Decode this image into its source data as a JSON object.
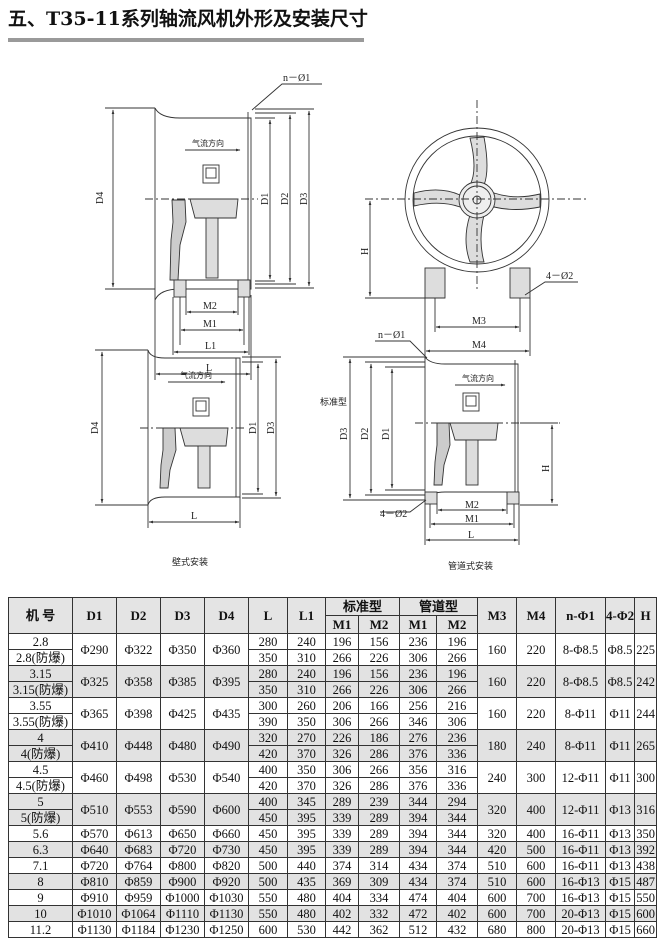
{
  "title": "五、T35-11系列轴流风机外形及安装尺寸",
  "drawings": {
    "standard": {
      "caption": "标准型",
      "airflow": "气流方向",
      "labels": {
        "n_phi1": "n－Ø1",
        "D4": "D4",
        "D1": "D1",
        "D2": "D2",
        "D3": "D3",
        "M2": "M2",
        "M1": "M1",
        "L1": "L1",
        "L": "L",
        "H": "H",
        "four_phi2": "4－Ø2",
        "M3": "M3",
        "M4": "M4"
      }
    },
    "wall": {
      "caption": "壁式安装",
      "airflow": "气流方向",
      "labels": {
        "D4": "D4",
        "D1": "D1",
        "D3": "D3",
        "L": "L"
      }
    },
    "duct": {
      "caption": "管道式安装",
      "airflow": "气流方向",
      "labels": {
        "n_phi1": "n－Ø1",
        "D3": "D3",
        "D2": "D2",
        "D1": "D1",
        "H": "H",
        "four_phi2": "4－Ø2",
        "M2": "M2",
        "M1": "M1",
        "L": "L"
      }
    }
  },
  "table": {
    "headers": {
      "model": "机 号",
      "D1": "D1",
      "D2": "D2",
      "D3": "D3",
      "D4": "D4",
      "L": "L",
      "L1": "L1",
      "standard": "标准型",
      "duct": "管道型",
      "M1": "M1",
      "M2": "M2",
      "M3": "M3",
      "M4": "M4",
      "n_phi1": "n-Φ1",
      "phi2": "4-Φ2",
      "H": "H"
    },
    "groups": [
      {
        "D1": "Φ290",
        "D2": "Φ322",
        "D3": "Φ350",
        "D4": "Φ360",
        "M3": "160",
        "M4": "220",
        "n_phi1": "8-Φ8.5",
        "phi2": "Φ8.5",
        "H": "225",
        "rows": [
          {
            "model": "2.8",
            "L": "280",
            "L1": "240",
            "sM1": "196",
            "sM2": "156",
            "dM1": "236",
            "dM2": "196"
          },
          {
            "model": "2.8(防爆)",
            "L": "350",
            "L1": "310",
            "sM1": "266",
            "sM2": "226",
            "dM1": "306",
            "dM2": "266"
          }
        ]
      },
      {
        "D1": "Φ325",
        "D2": "Φ358",
        "D3": "Φ385",
        "D4": "Φ395",
        "M3": "160",
        "M4": "220",
        "n_phi1": "8-Φ8.5",
        "phi2": "Φ8.5",
        "H": "242",
        "rows": [
          {
            "model": "3.15",
            "L": "280",
            "L1": "240",
            "sM1": "196",
            "sM2": "156",
            "dM1": "236",
            "dM2": "196"
          },
          {
            "model": "3.15(防爆)",
            "L": "350",
            "L1": "310",
            "sM1": "266",
            "sM2": "226",
            "dM1": "306",
            "dM2": "266"
          }
        ]
      },
      {
        "D1": "Φ365",
        "D2": "Φ398",
        "D3": "Φ425",
        "D4": "Φ435",
        "M3": "160",
        "M4": "220",
        "n_phi1": "8-Φ11",
        "phi2": "Φ11",
        "H": "244",
        "rows": [
          {
            "model": "3.55",
            "L": "300",
            "L1": "260",
            "sM1": "206",
            "sM2": "166",
            "dM1": "256",
            "dM2": "216"
          },
          {
            "model": "3.55(防爆)",
            "L": "390",
            "L1": "350",
            "sM1": "306",
            "sM2": "266",
            "dM1": "346",
            "dM2": "306"
          }
        ]
      },
      {
        "D1": "Φ410",
        "D2": "Φ448",
        "D3": "Φ480",
        "D4": "Φ490",
        "M3": "180",
        "M4": "240",
        "n_phi1": "8-Φ11",
        "phi2": "Φ11",
        "H": "265",
        "rows": [
          {
            "model": "4",
            "L": "320",
            "L1": "270",
            "sM1": "226",
            "sM2": "186",
            "dM1": "276",
            "dM2": "236"
          },
          {
            "model": "4(防爆)",
            "L": "420",
            "L1": "370",
            "sM1": "326",
            "sM2": "286",
            "dM1": "376",
            "dM2": "336"
          }
        ]
      },
      {
        "D1": "Φ460",
        "D2": "Φ498",
        "D3": "Φ530",
        "D4": "Φ540",
        "M3": "240",
        "M4": "300",
        "n_phi1": "12-Φ11",
        "phi2": "Φ11",
        "H": "300",
        "rows": [
          {
            "model": "4.5",
            "L": "400",
            "L1": "350",
            "sM1": "306",
            "sM2": "266",
            "dM1": "356",
            "dM2": "316"
          },
          {
            "model": "4.5(防爆)",
            "L": "420",
            "L1": "370",
            "sM1": "326",
            "sM2": "286",
            "dM1": "376",
            "dM2": "336"
          }
        ]
      },
      {
        "D1": "Φ510",
        "D2": "Φ553",
        "D3": "Φ590",
        "D4": "Φ600",
        "M3": "320",
        "M4": "400",
        "n_phi1": "12-Φ11",
        "phi2": "Φ13",
        "H": "316",
        "rows": [
          {
            "model": "5",
            "L": "400",
            "L1": "345",
            "sM1": "289",
            "sM2": "239",
            "dM1": "344",
            "dM2": "294"
          },
          {
            "model": "5(防爆)",
            "L": "450",
            "L1": "395",
            "sM1": "339",
            "sM2": "289",
            "dM1": "394",
            "dM2": "344"
          }
        ]
      },
      {
        "D1": "Φ570",
        "D2": "Φ613",
        "D3": "Φ650",
        "D4": "Φ660",
        "M3": "320",
        "M4": "400",
        "n_phi1": "16-Φ11",
        "phi2": "Φ13",
        "H": "350",
        "rows": [
          {
            "model": "5.6",
            "L": "450",
            "L1": "395",
            "sM1": "339",
            "sM2": "289",
            "dM1": "394",
            "dM2": "344"
          }
        ]
      },
      {
        "D1": "Φ640",
        "D2": "Φ683",
        "D3": "Φ720",
        "D4": "Φ730",
        "M3": "420",
        "M4": "500",
        "n_phi1": "16-Φ11",
        "phi2": "Φ13",
        "H": "392",
        "rows": [
          {
            "model": "6.3",
            "L": "450",
            "L1": "395",
            "sM1": "339",
            "sM2": "289",
            "dM1": "394",
            "dM2": "344"
          }
        ]
      },
      {
        "D1": "Φ720",
        "D2": "Φ764",
        "D3": "Φ800",
        "D4": "Φ820",
        "M3": "510",
        "M4": "600",
        "n_phi1": "16-Φ11",
        "phi2": "Φ13",
        "H": "438",
        "rows": [
          {
            "model": "7.1",
            "L": "500",
            "L1": "440",
            "sM1": "374",
            "sM2": "314",
            "dM1": "434",
            "dM2": "374"
          }
        ]
      },
      {
        "D1": "Φ810",
        "D2": "Φ859",
        "D3": "Φ900",
        "D4": "Φ920",
        "M3": "510",
        "M4": "600",
        "n_phi1": "16-Φ13",
        "phi2": "Φ15",
        "H": "487",
        "rows": [
          {
            "model": "8",
            "L": "500",
            "L1": "435",
            "sM1": "369",
            "sM2": "309",
            "dM1": "434",
            "dM2": "374"
          }
        ]
      },
      {
        "D1": "Φ910",
        "D2": "Φ959",
        "D3": "Φ1000",
        "D4": "Φ1030",
        "M3": "600",
        "M4": "700",
        "n_phi1": "16-Φ13",
        "phi2": "Φ15",
        "H": "550",
        "rows": [
          {
            "model": "9",
            "L": "550",
            "L1": "480",
            "sM1": "404",
            "sM2": "334",
            "dM1": "474",
            "dM2": "404"
          }
        ]
      },
      {
        "D1": "Φ1010",
        "D2": "Φ1064",
        "D3": "Φ1110",
        "D4": "Φ1130",
        "M3": "600",
        "M4": "700",
        "n_phi1": "20-Φ13",
        "phi2": "Φ15",
        "H": "600",
        "rows": [
          {
            "model": "10",
            "L": "550",
            "L1": "480",
            "sM1": "402",
            "sM2": "332",
            "dM1": "472",
            "dM2": "402"
          }
        ]
      },
      {
        "D1": "Φ1130",
        "D2": "Φ1184",
        "D3": "Φ1230",
        "D4": "Φ1250",
        "M3": "680",
        "M4": "800",
        "n_phi1": "20-Φ13",
        "phi2": "Φ15",
        "H": "660",
        "rows": [
          {
            "model": "11.2",
            "L": "600",
            "L1": "530",
            "sM1": "442",
            "sM2": "362",
            "dM1": "512",
            "dM2": "432"
          }
        ]
      }
    ]
  }
}
